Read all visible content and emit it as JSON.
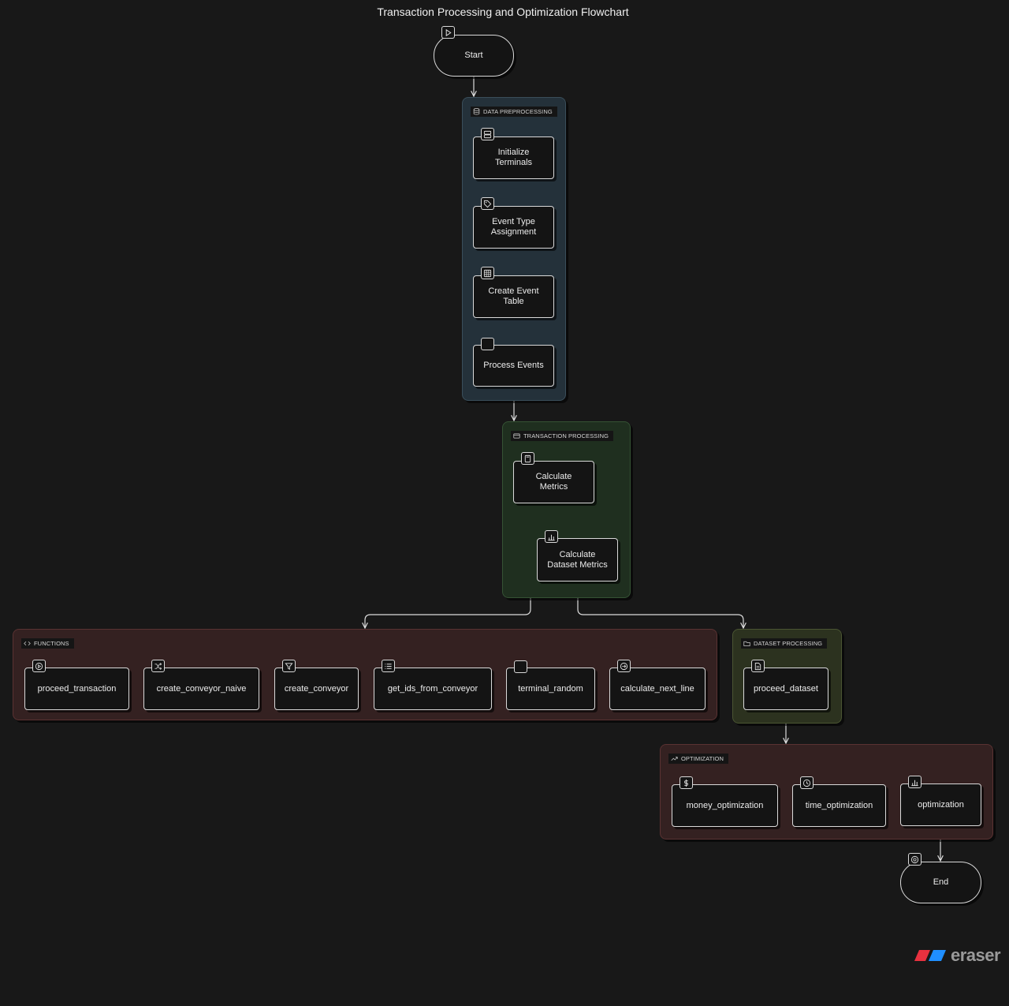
{
  "title": "Transaction Processing and Optimization Flowchart",
  "groups": {
    "data_preprocessing": "DATA PREPROCESSING",
    "transaction_processing": "TRANSACTION PROCESSING",
    "functions": "FUNCTIONS",
    "dataset_processing": "DATASET PROCESSING",
    "optimization": "OPTIMIZATION"
  },
  "nodes": {
    "start": "Start",
    "initialize_terminals": "Initialize\nTerminals",
    "event_type_assignment": "Event Type\nAssignment",
    "create_event_table": "Create Event\nTable",
    "process_events": "Process Events",
    "calculate_metrics": "Calculate\nMetrics",
    "calculate_dataset_metrics": "Calculate\nDataset Metrics",
    "proceed_transaction": "proceed_transaction",
    "create_conveyor_naive": "create_conveyor_naive",
    "create_conveyor": "create_conveyor",
    "get_ids_from_conveyor": "get_ids_from_conveyor",
    "terminal_random": "terminal_random",
    "calculate_next_line": "calculate_next_line",
    "proceed_dataset": "proceed_dataset",
    "money_optimization": "money_optimization",
    "time_optimization": "time_optimization",
    "optimization": "optimization",
    "end": "End"
  },
  "icons": {
    "start": "play-icon",
    "initialize_terminals": "server-icon",
    "event_type_assignment": "tag-icon",
    "create_event_table": "table-icon",
    "process_events": "blank-icon",
    "calculate_metrics": "calculator-icon",
    "calculate_dataset_metrics": "bar-chart-icon",
    "proceed_transaction": "play-circle-icon",
    "create_conveyor_naive": "shuffle-icon",
    "create_conveyor": "filter-icon",
    "get_ids_from_conveyor": "list-icon",
    "terminal_random": "blank-icon",
    "calculate_next_line": "arrow-right-circle-icon",
    "proceed_dataset": "file-icon",
    "money_optimization": "dollar-icon",
    "time_optimization": "clock-icon",
    "optimization": "bar-chart-icon",
    "end": "stop-circle-icon"
  },
  "logo_text": "eraser",
  "colors": {
    "background": "#181818",
    "data_preprocessing": "#24313a",
    "transaction_processing": "#1f2f1f",
    "functions": "#342121",
    "dataset_processing": "#2c321f",
    "optimization": "#342121",
    "logo_red": "#e8313f",
    "logo_blue": "#1f8fff"
  }
}
